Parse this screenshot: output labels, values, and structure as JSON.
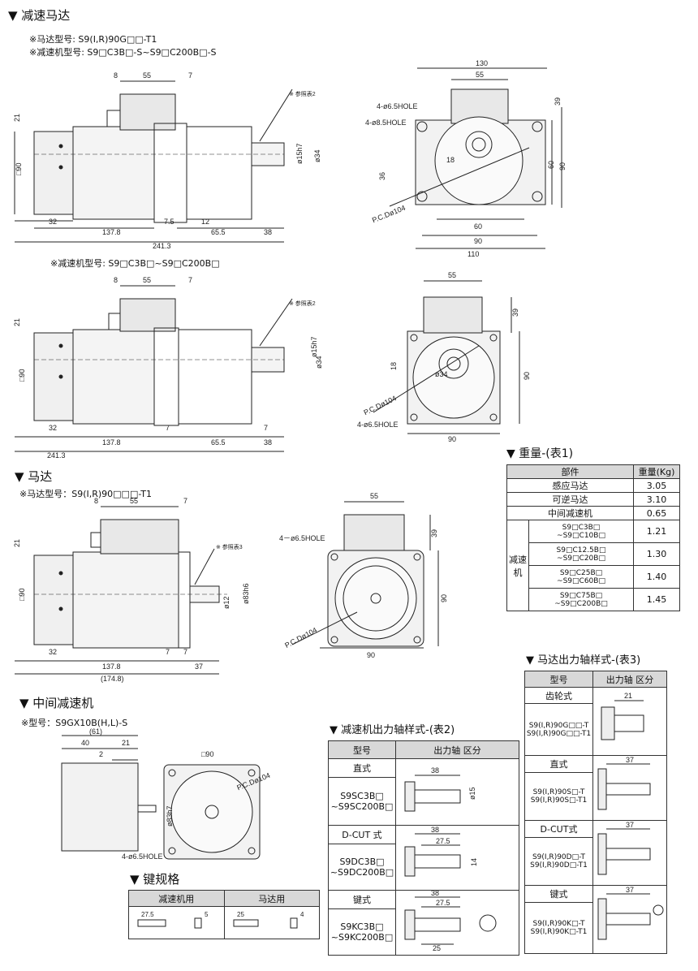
{
  "sections": {
    "reducer_motor": {
      "title": "▼ 减速马达",
      "model1": "※马达型号: S9(I,R)90G□□-T1",
      "model2": "※减速机型号: S9□C3B□-S~S9□C200B□-S",
      "model3": "※减速机型号: S9□C3B□~S9□C200B□"
    },
    "motor": {
      "title": "▼ 马达",
      "model": "※马达型号：S9(I,R)90□□□-T1"
    },
    "middle_reducer": {
      "title": "▼ 中间减速机",
      "model": "※型号：S9GX10B(H,L)-S"
    },
    "key": {
      "title": "▼ 键规格"
    }
  },
  "dims": {
    "d1": {
      "8": "8",
      "55": "55",
      "7": "7",
      "21": "21",
      "sq90": "□90",
      "32": "32",
      "137_8": "137.8",
      "241_3": "241.3",
      "7_5": "7.5",
      "12": "12",
      "65_5": "65.5",
      "38": "38",
      "phi15": "ø15h7",
      "phi34": "ø34",
      "ref2": "※ 参照表2"
    },
    "d2": {
      "130": "130",
      "55": "55",
      "39": "39",
      "hole65": "4-ø6.5HOLE",
      "hole85": "4-ø8.5HOLE",
      "18": "18",
      "36": "36",
      "60": "60",
      "90": "90",
      "pcd": "P.C.Dø104",
      "110": "110"
    },
    "d3": {
      "ref2": "※ 参照表2",
      "phi15": "ø15h7",
      "phi34": "ø34",
      "90": "90",
      "39": "39",
      "55": "55",
      "18": "18",
      "hole": "4-ø6.5HOLE",
      "pcd": "P.C.Dø104"
    },
    "d5": {
      "ref3": "※ 参照表3",
      "phi12": "ø12",
      "phi83": "ø83h6",
      "37": "37",
      "174": "(174.8)"
    },
    "d6": {
      "55": "55",
      "39": "39",
      "90": "90",
      "hole": "4－ø6.5HOLE",
      "pcd": "P.C.Dø104"
    },
    "d7": {
      "61": "(61)",
      "40": "40",
      "21": "21",
      "2": "2",
      "sq90": "□90",
      "pcd": "P.C.Dø104",
      "phi83": "ø83h7",
      "hole": "4-ø6.5HOLE"
    }
  },
  "weight_table": {
    "title": "▼ 重量-(表1)",
    "headers": [
      "部件",
      "重量(Kg)"
    ],
    "rows": [
      {
        "name": "感应马达",
        "value": "3.05"
      },
      {
        "name": "可逆马达",
        "value": "3.10"
      },
      {
        "name": "中间减速机",
        "value": "0.65"
      }
    ],
    "group_label": "减速机",
    "group_rows": [
      {
        "a": "S9□C3B□",
        "b": "~S9□C10B□",
        "value": "1.21"
      },
      {
        "a": "S9□C12.5B□",
        "b": "~S9□C20B□",
        "value": "1.30"
      },
      {
        "a": "S9□C25B□",
        "b": "~S9□C60B□",
        "value": "1.40"
      },
      {
        "a": "S9□C75B□",
        "b": "~S9□C200B□",
        "value": "1.45"
      }
    ]
  },
  "reducer_shaft_table": {
    "title": "▼ 减速机出力轴样式-(表2)",
    "headers": [
      "型号",
      "出力轴 区分"
    ],
    "rows": [
      {
        "type": "直式",
        "m1": "S9SC3B□",
        "m2": "~S9SC200B□",
        "n1": "38",
        "n2": "",
        "n3": "ø15"
      },
      {
        "type": "D-CUT 式",
        "m1": "S9DC3B□",
        "m2": "~S9DC200B□",
        "n1": "38",
        "n2": "27.5",
        "n3": "14"
      },
      {
        "type": "键式",
        "m1": "S9KC3B□",
        "m2": "~S9KC200B□",
        "n1": "38",
        "n2": "27.5",
        "n3": "25"
      }
    ]
  },
  "motor_shaft_table": {
    "title": "▼ 马达出力轴样式-(表3)",
    "headers": [
      "型号",
      "出力轴 区分"
    ],
    "rows": [
      {
        "type": "齿轮式",
        "m1": "S9(I,R)90G□□-T",
        "m2": "S9(I,R)90G□□-T1",
        "n1": "21"
      },
      {
        "type": "直式",
        "m1": "S9(I,R)90S□-T",
        "m2": "S9(I,R)90S□-T1",
        "n1": "37"
      },
      {
        "type": "D-CUT式",
        "m1": "S9(I,R)90D□-T",
        "m2": "S9(I,R)90D□-T1",
        "n1": "37"
      },
      {
        "type": "键式",
        "m1": "S9(I,R)90K□-T",
        "m2": "S9(I,R)90K□-T1",
        "n1": "37"
      }
    ]
  },
  "key_table": {
    "headers": [
      "减速机用",
      "马达用"
    ],
    "a1": "27.5",
    "a2": "5",
    "b1": "25",
    "b2": "4"
  }
}
